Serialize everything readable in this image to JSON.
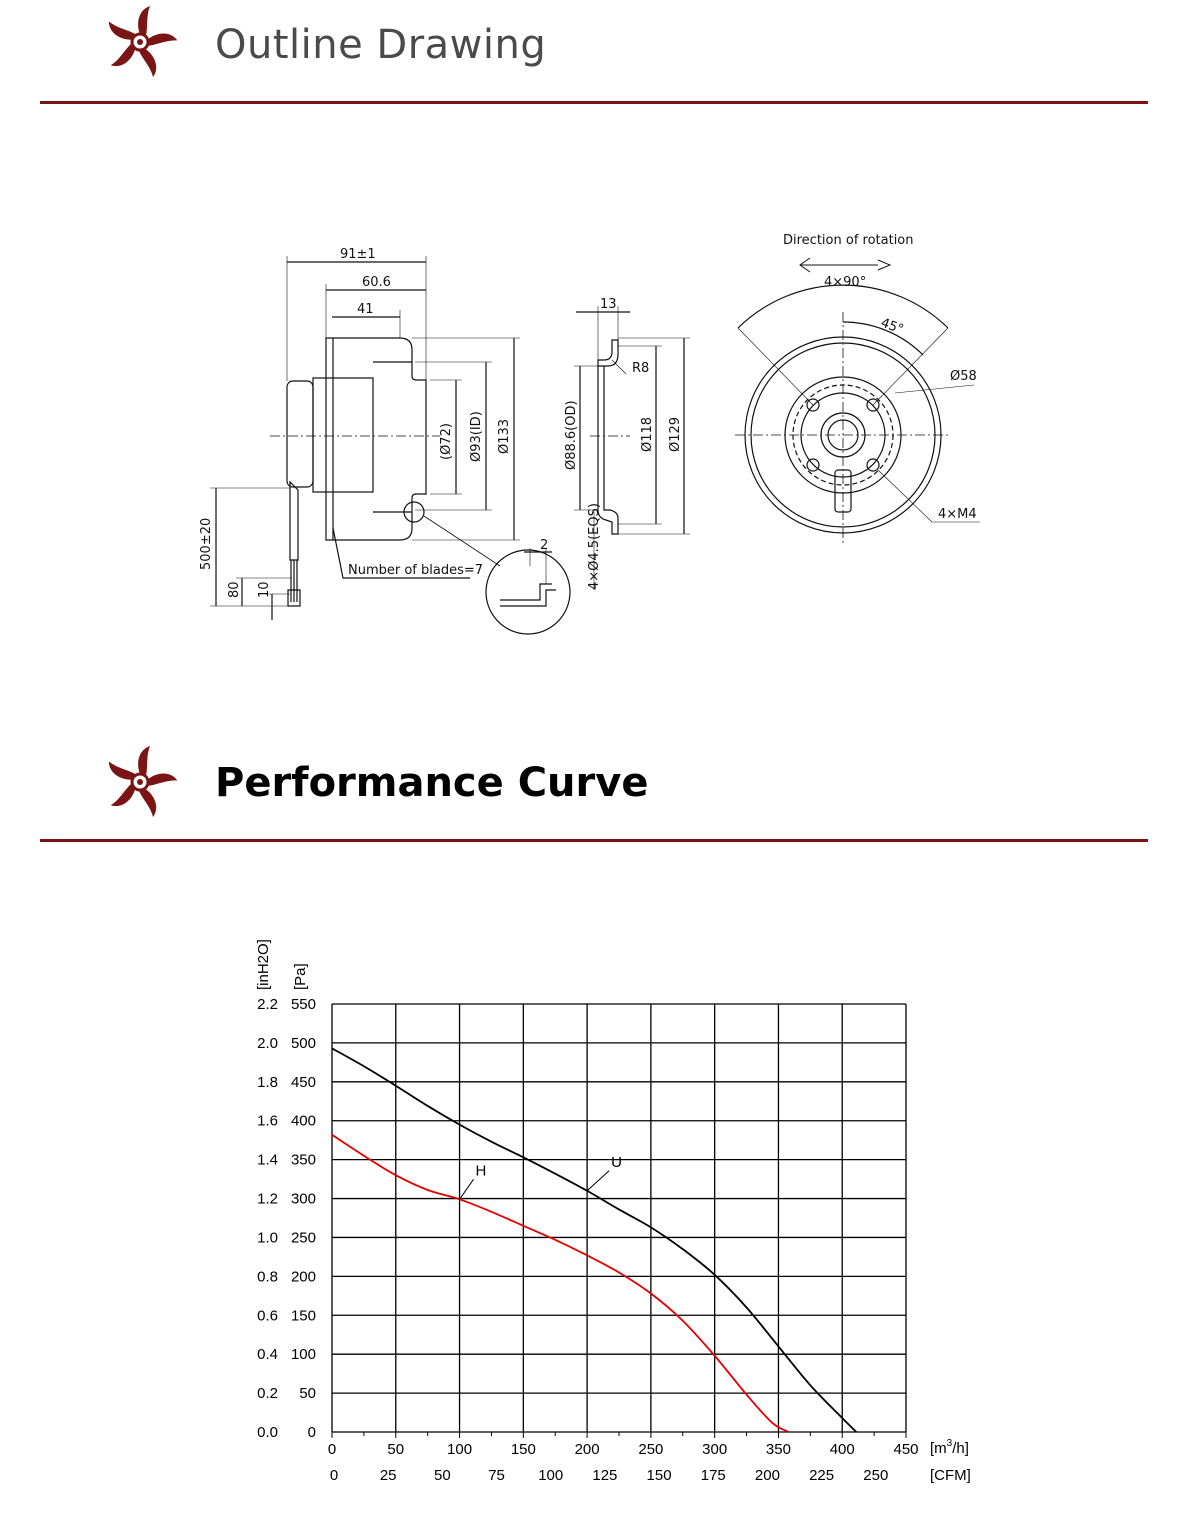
{
  "colors": {
    "brand": "#7b1515",
    "curve_u": "#000000",
    "curve_h": "#e30000"
  },
  "sections": {
    "outline_title": "Outline Drawing",
    "performance_title": "Performance Curve"
  },
  "drawing": {
    "dim_91": "91±1",
    "dim_60_6": "60.6",
    "dim_41": "41",
    "dim_d72": "(Ø72)",
    "dim_d93": "Ø93(ID)",
    "dim_d133": "Ø133",
    "dim_13": "13",
    "dim_r8": "R8",
    "dim_d88": "Ø88.6(OD)",
    "dim_d118": "Ø118",
    "dim_d129": "Ø129",
    "dim_500": "500±20",
    "dim_80": "80",
    "dim_10": "10",
    "blades": "Number of blades=7",
    "dim_2": "2",
    "holes": "4×Ø4.5(EQS)",
    "rotation": "Direction of rotation",
    "angle_4x90": "4×90°",
    "angle_45": "45°",
    "dim_d58": "Ø58",
    "screws": "4×M4"
  },
  "chart_data": {
    "type": "line",
    "y_units": [
      "[inH2O]",
      "[Pa]"
    ],
    "x_units": [
      "[m³/h]",
      "[CFM]"
    ],
    "x_unit_m3h": {
      "base": "[m",
      "sup": "3",
      "tail": "/h]"
    },
    "xlim": [
      0,
      450
    ],
    "ylim": [
      0,
      550
    ],
    "x_ticks_m3h": [
      "0",
      "50",
      "100",
      "150",
      "200",
      "250",
      "300",
      "350",
      "400",
      "450"
    ],
    "x_ticks_cfm": [
      "0",
      "25",
      "50",
      "75",
      "100",
      "125",
      "150",
      "175",
      "200",
      "225",
      "250"
    ],
    "y_ticks_pa": [
      "0",
      "50",
      "100",
      "150",
      "200",
      "250",
      "300",
      "350",
      "400",
      "450",
      "500",
      "550"
    ],
    "y_ticks_inh2o": [
      "0.0",
      "0.2",
      "0.4",
      "0.6",
      "0.8",
      "1.0",
      "1.2",
      "1.4",
      "1.6",
      "1.8",
      "2.0",
      "2.2"
    ],
    "grid": true,
    "series": [
      {
        "name": "U",
        "color": "#000000",
        "x": [
          0,
          25,
          50,
          75,
          100,
          125,
          150,
          175,
          200,
          225,
          250,
          275,
          300,
          325,
          350,
          375,
          400,
          411
        ],
        "y": [
          493,
          470,
          445,
          419,
          395,
          373,
          353,
          332,
          310,
          286,
          263,
          235,
          202,
          160,
          110,
          60,
          18,
          0
        ]
      },
      {
        "name": "H",
        "color": "#e30000",
        "x": [
          0,
          25,
          50,
          75,
          100,
          125,
          150,
          175,
          200,
          225,
          250,
          275,
          300,
          325,
          345,
          358
        ],
        "y": [
          382,
          355,
          330,
          311,
          299,
          283,
          265,
          247,
          227,
          205,
          178,
          143,
          98,
          48,
          12,
          0
        ]
      }
    ],
    "annotations": [
      {
        "text": "U",
        "x": 200,
        "y": 310
      },
      {
        "text": "H",
        "x": 100,
        "y": 299
      }
    ]
  }
}
